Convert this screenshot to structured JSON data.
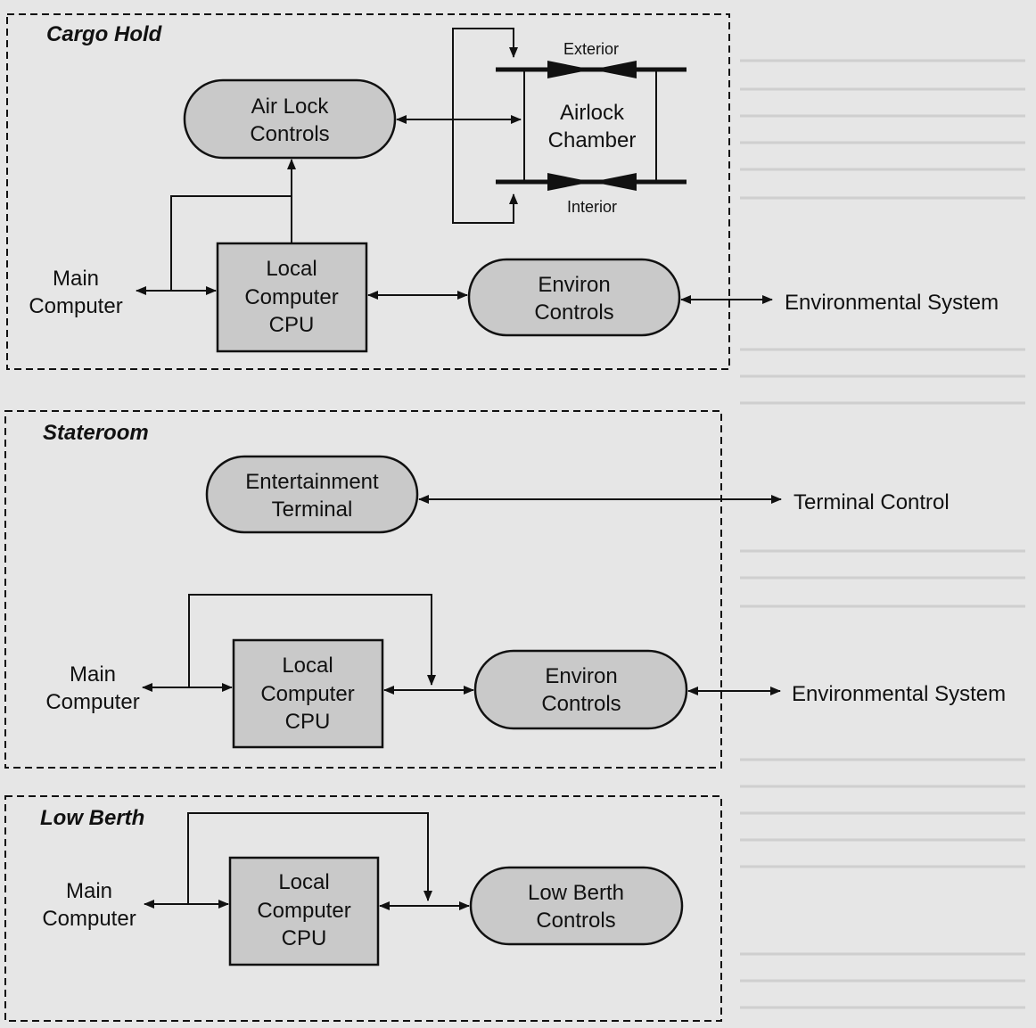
{
  "sections": [
    {
      "title": "Cargo Hold",
      "airlock_controls": [
        "Air Lock",
        "Controls"
      ],
      "local_cpu": [
        "Local",
        "Computer",
        "CPU"
      ],
      "environ_controls": [
        "Environ",
        "Controls"
      ],
      "main_computer": [
        "Main",
        "Computer"
      ],
      "environmental_system": "Environmental System",
      "airlock_chamber": [
        "Airlock",
        "Chamber"
      ],
      "exterior": "Exterior",
      "interior": "Interior"
    },
    {
      "title": "Stateroom",
      "entertainment_terminal": [
        "Entertainment",
        "Terminal"
      ],
      "terminal_control": "Terminal Control",
      "local_cpu": [
        "Local",
        "Computer",
        "CPU"
      ],
      "environ_controls": [
        "Environ",
        "Controls"
      ],
      "main_computer": [
        "Main",
        "Computer"
      ],
      "environmental_system": "Environmental System"
    },
    {
      "title": "Low Berth",
      "local_cpu": [
        "Local",
        "Computer",
        "CPU"
      ],
      "low_berth_controls": [
        "Low Berth",
        "Controls"
      ],
      "main_computer": [
        "Main",
        "Computer"
      ]
    }
  ]
}
